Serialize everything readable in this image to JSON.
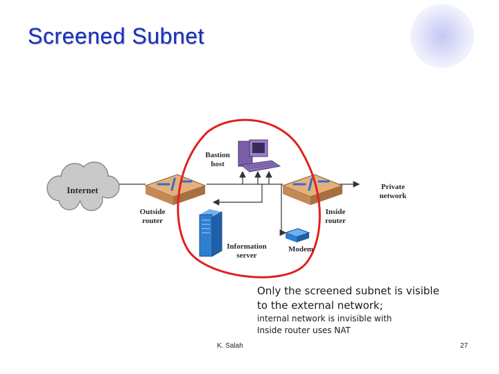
{
  "slide": {
    "title": "Screened Subnet",
    "footer_author": "K. Salah",
    "page_number": "27"
  },
  "diagram": {
    "labels": {
      "internet": "Internet",
      "bastion_line1": "Bastion",
      "bastion_line2": "host",
      "outside_line1": "Outside",
      "outside_line2": "router",
      "inside_line1": "Inside",
      "inside_line2": "router",
      "private_line1": "Private",
      "private_line2": "network",
      "info_line1": "Information",
      "info_line2": "server",
      "modem": "Modem"
    }
  },
  "caption": {
    "main_line1": "Only the screened subnet is visible",
    "main_line2": "to the external network;",
    "sub_line1": "internal network is invisible with",
    "sub_line2": "Inside router uses NAT"
  },
  "colors": {
    "title": "#1a2fb8",
    "highlight_ellipse": "#e02020",
    "router": "#d9a06a",
    "server": "#2f7fd0",
    "bastion": "#8a6fb8"
  }
}
